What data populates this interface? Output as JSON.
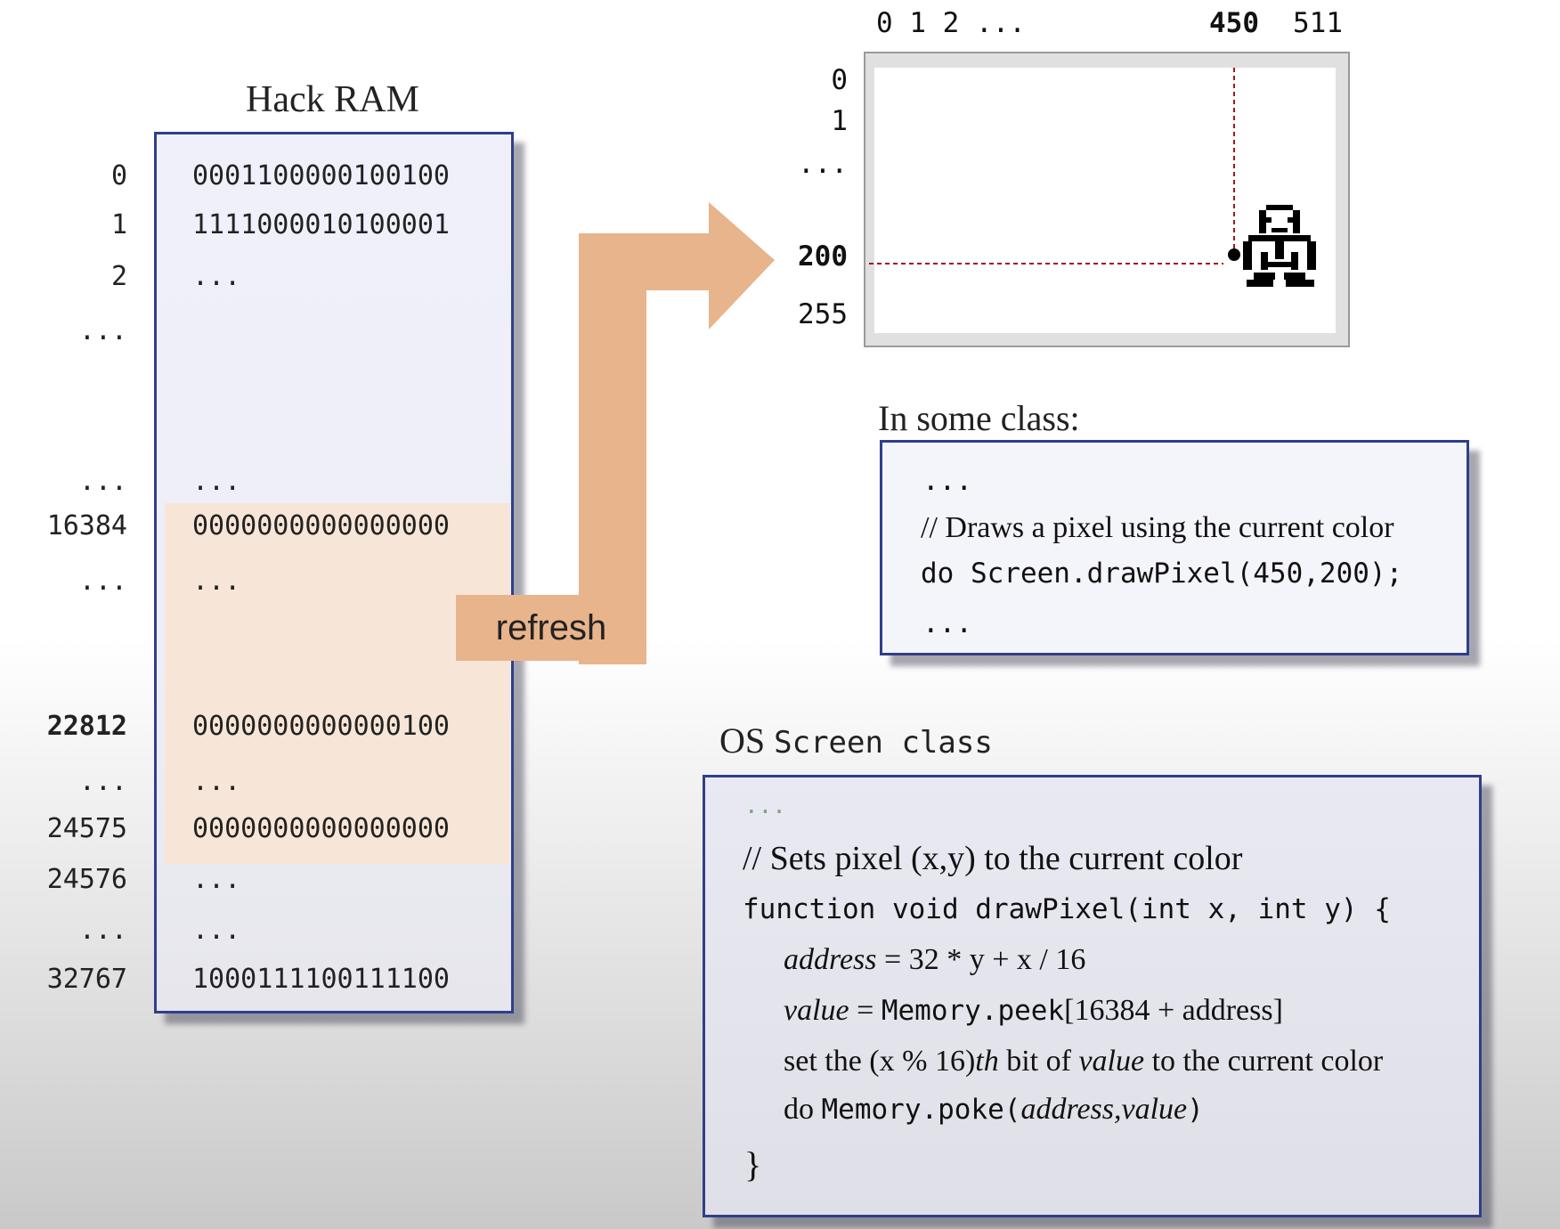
{
  "ram": {
    "title": "Hack RAM",
    "rows": [
      {
        "addr": "0",
        "value": "0001100000100100"
      },
      {
        "addr": "1",
        "value": "1111000010100001"
      },
      {
        "addr": "2",
        "value": "..."
      },
      {
        "addr": "...",
        "value": ""
      },
      {
        "addr": "...",
        "value": "..."
      },
      {
        "addr": "16384",
        "value": "0000000000000000"
      },
      {
        "addr": "...",
        "value": "..."
      },
      {
        "addr": "22812",
        "value": "0000000000000100"
      },
      {
        "addr": "...",
        "value": "..."
      },
      {
        "addr": "24575",
        "value": "0000000000000000"
      },
      {
        "addr": "24576",
        "value": "..."
      },
      {
        "addr": "...",
        "value": "..."
      },
      {
        "addr": "32767",
        "value": "1000111100111100"
      }
    ]
  },
  "arrow": {
    "label": "refresh",
    "color": "#e8b48c"
  },
  "screen": {
    "col_labels": [
      "0 1 2 ...",
      "450",
      "511"
    ],
    "row_labels": [
      "0",
      "1",
      "...",
      "200",
      "255"
    ],
    "highlight_color": "#a01818"
  },
  "some_class": {
    "title": "In some class:",
    "lines": [
      "...",
      "// Draws a pixel using the current color",
      "do Screen.drawPixel(450,200);",
      "..."
    ]
  },
  "os_class": {
    "title_prefix": "OS ",
    "title_code": "Screen",
    "title_suffix": " class",
    "ellipsis": "...",
    "comment": "// Sets pixel (x,y) to the current color",
    "signature": "function void drawPixel(int x, int y) {",
    "line1": {
      "var": "address",
      "expr": " = 32 * y + x / 16"
    },
    "line2": {
      "var": "value",
      "eq": " = ",
      "call": "Memory.peek",
      "arg": "[16384 + address]"
    },
    "line3": {
      "pre": "set the (x % 16)",
      "th": "th",
      "mid": " bit of ",
      "var": "value",
      "post": " to the current color"
    },
    "line4": {
      "kw": "do ",
      "call": "Memory.poke(",
      "args": "address,value",
      "close": ")"
    },
    "close": "}"
  }
}
